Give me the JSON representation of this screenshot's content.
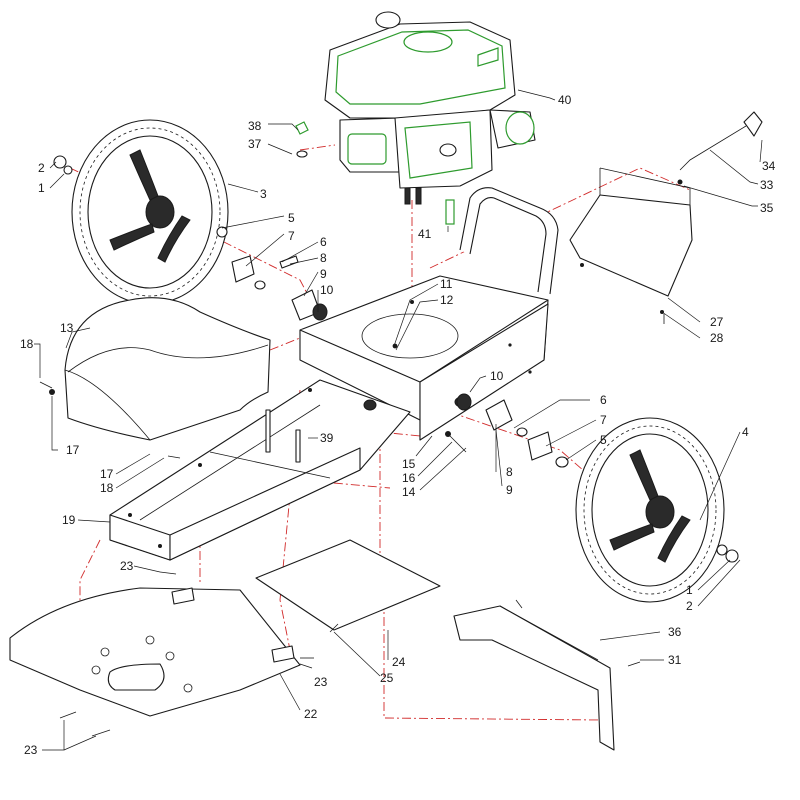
{
  "callouts": [
    {
      "label": "40"
    },
    {
      "label": "38"
    },
    {
      "label": "37"
    },
    {
      "label": "34"
    },
    {
      "label": "33"
    },
    {
      "label": "35"
    },
    {
      "label": "2"
    },
    {
      "label": "1"
    },
    {
      "label": "3"
    },
    {
      "label": "5"
    },
    {
      "label": "7"
    },
    {
      "label": "6"
    },
    {
      "label": "8"
    },
    {
      "label": "9"
    },
    {
      "label": "10"
    },
    {
      "label": "11"
    },
    {
      "label": "12"
    },
    {
      "label": "41"
    },
    {
      "label": "27"
    },
    {
      "label": "28"
    },
    {
      "label": "13"
    },
    {
      "label": "18"
    },
    {
      "label": "17"
    },
    {
      "label": "10"
    },
    {
      "label": "6"
    },
    {
      "label": "7"
    },
    {
      "label": "5"
    },
    {
      "label": "4"
    },
    {
      "label": "39"
    },
    {
      "label": "15"
    },
    {
      "label": "16"
    },
    {
      "label": "14"
    },
    {
      "label": "8"
    },
    {
      "label": "9"
    },
    {
      "label": "17"
    },
    {
      "label": "18"
    },
    {
      "label": "19"
    },
    {
      "label": "23"
    },
    {
      "label": "1"
    },
    {
      "label": "2"
    },
    {
      "label": "36"
    },
    {
      "label": "31"
    },
    {
      "label": "24"
    },
    {
      "label": "25"
    },
    {
      "label": "23"
    },
    {
      "label": "22"
    },
    {
      "label": "23"
    }
  ],
  "colors": {
    "line": "#1a1a1a",
    "centerline": "#d12a2a",
    "engine_highlight": "#2e9b2e",
    "background": "#ffffff"
  }
}
